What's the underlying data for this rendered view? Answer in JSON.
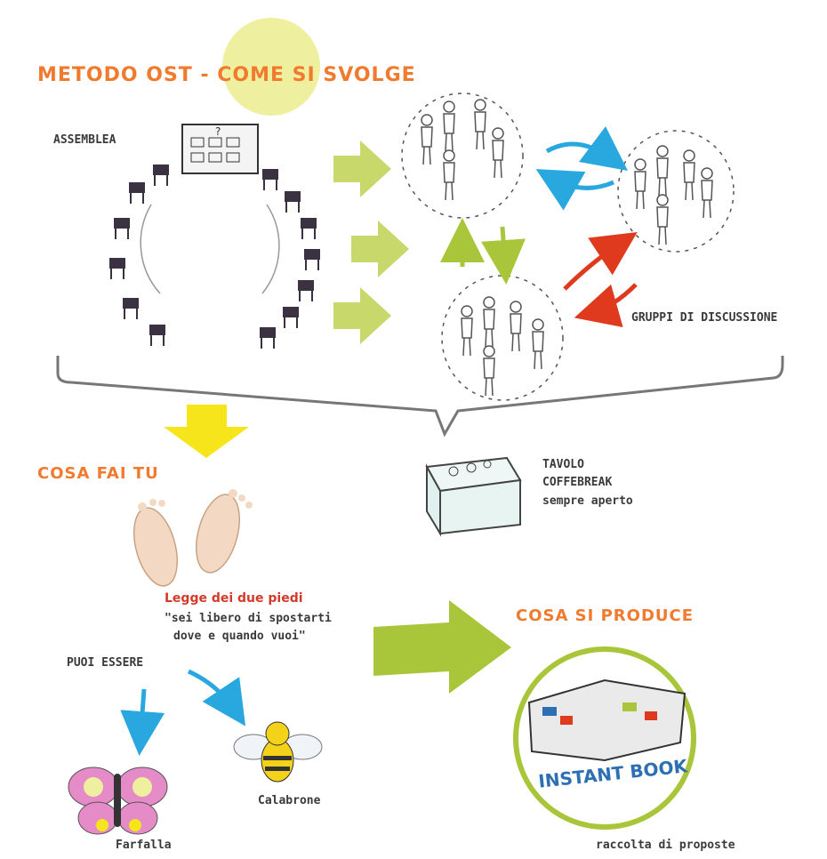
{
  "title": "METODO OST - COME SI SVOLGE",
  "assembly": {
    "label": "ASSEMBLEA",
    "board_mark": "?"
  },
  "groups": {
    "label": "GRUPPI DI DISCUSSIONE"
  },
  "coffee": {
    "line1": "TAVOLO",
    "line2": "COFFEBREAK",
    "line3": "sempre aperto"
  },
  "you": {
    "heading": "COSA FAI TU",
    "law_title": "Legge dei due piedi",
    "law_quote_1": "\"sei libero di spostarti",
    "law_quote_2": "dove e quando vuoi\"",
    "can_be": "PUOI ESSERE",
    "butterfly": "Farfalla",
    "bumblebee": "Calabrone"
  },
  "produce": {
    "heading": "COSA SI PRODUCE",
    "book_title": "INSTANT BOOK",
    "caption": "raccolta di proposte"
  },
  "colors": {
    "orange": "#f07b2e",
    "green": "#a9c63a",
    "blue": "#29a8e0",
    "red": "#e03a1e",
    "yellow": "#f5e51a",
    "dark": "#3a3a3a"
  }
}
